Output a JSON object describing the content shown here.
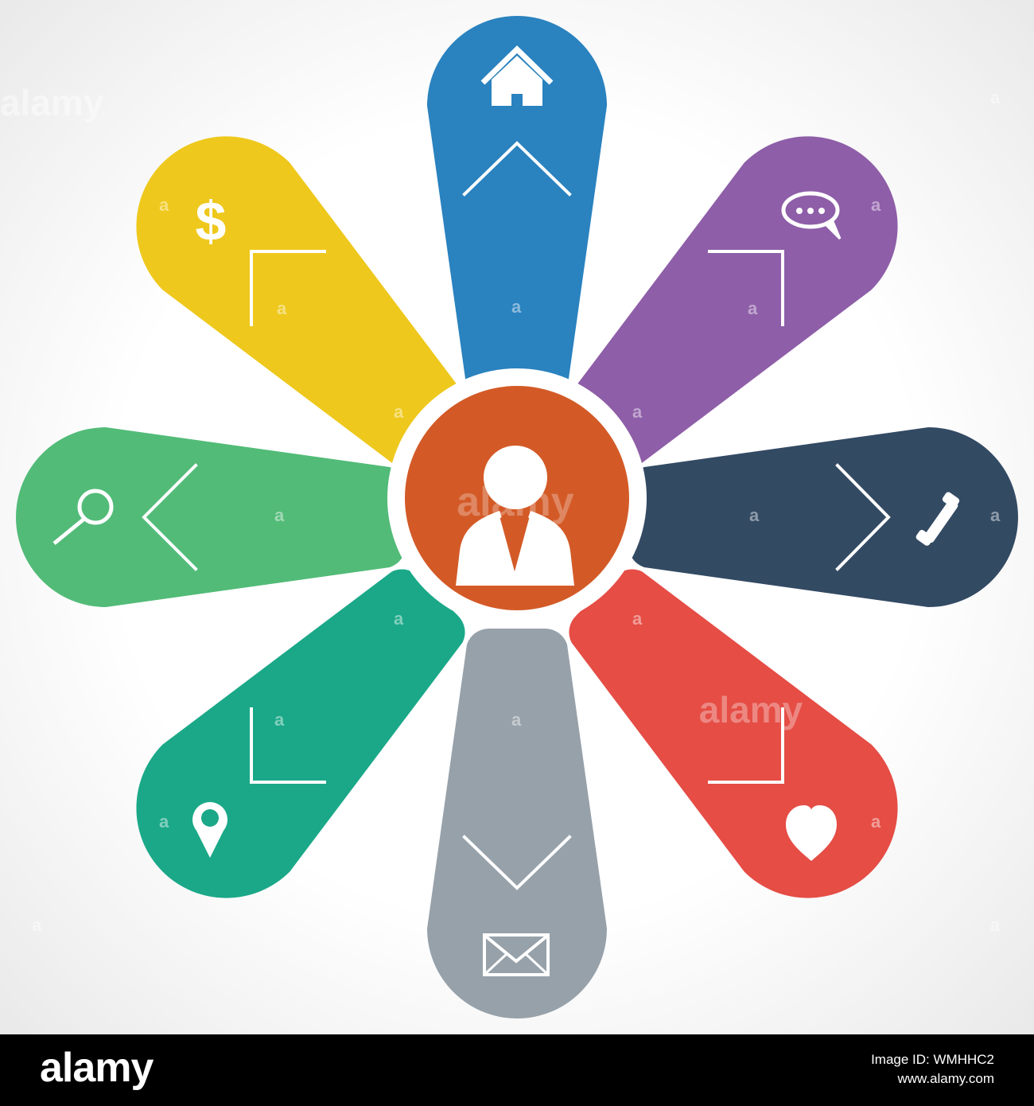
{
  "colors": {
    "center": "#D35A27",
    "home_petal": "#2A82BF",
    "chat_petal": "#8E5EA8",
    "phone_petal": "#334A63",
    "heart_petal": "#E54D45",
    "mail_petal": "#97A1AA",
    "location_petal": "#1AA888",
    "search_petal": "#52BB78",
    "dollar_petal": "#EEC81C",
    "icon": "#FFFFFF"
  },
  "petals": [
    {
      "id": "home",
      "icon": "home-icon",
      "arrow": "chevron-up",
      "color": "#2A82BF"
    },
    {
      "id": "chat",
      "icon": "speech-bubble-icon",
      "arrow": "corner-top-right",
      "color": "#8E5EA8"
    },
    {
      "id": "phone",
      "icon": "phone-icon",
      "arrow": "chevron-right",
      "color": "#334A63"
    },
    {
      "id": "heart",
      "icon": "heart-icon",
      "arrow": "corner-bottom-right",
      "color": "#E54D45"
    },
    {
      "id": "mail",
      "icon": "envelope-icon",
      "arrow": "chevron-down",
      "color": "#97A1AA"
    },
    {
      "id": "location",
      "icon": "map-pin-icon",
      "arrow": "corner-bottom-left",
      "color": "#1AA888"
    },
    {
      "id": "search",
      "icon": "magnifier-icon",
      "arrow": "chevron-left",
      "color": "#52BB78"
    },
    {
      "id": "dollar",
      "icon": "dollar-icon",
      "arrow": "corner-top-left",
      "color": "#EEC81C"
    }
  ],
  "center": {
    "icon": "person-icon"
  },
  "icons": {
    "dollar_symbol": "$"
  },
  "watermark": {
    "brand": "alamy",
    "tile": "a"
  },
  "footer": {
    "logo": "alamy",
    "image_id": "Image ID: WMHHC2",
    "site": "www.alamy.com"
  }
}
